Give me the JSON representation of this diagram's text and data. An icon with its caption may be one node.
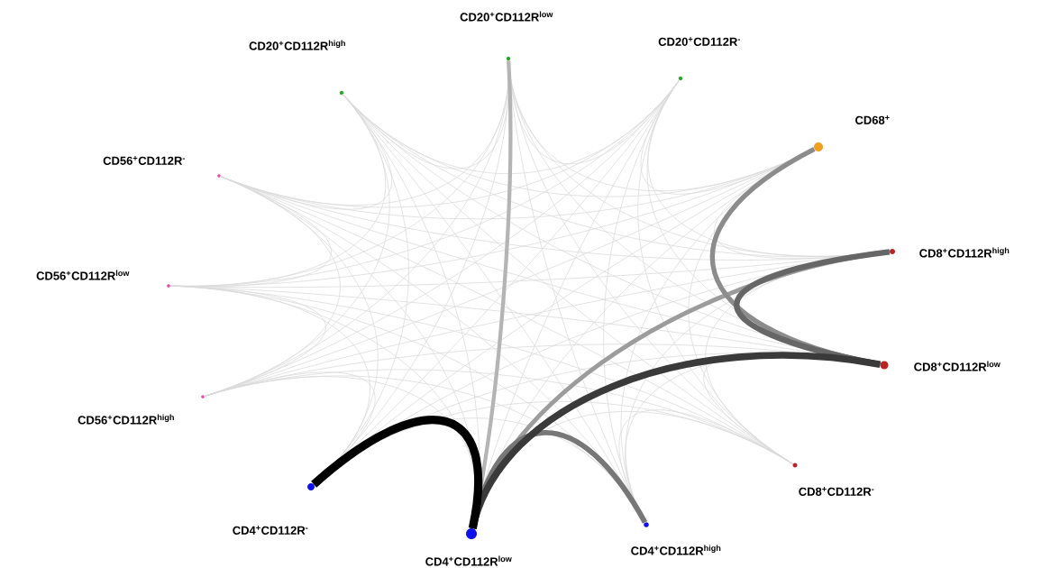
{
  "diagram": {
    "nodes": [
      {
        "text": [],
        "shape": "circle",
        "beside": [
          "CD20$^{+}$CD112R$^{low}$"
        ]
      },
      {
        "text": [],
        "shape": "circle",
        "beside": [
          "CD20$^{+}$CD112R$^{-}$"
        ]
      },
      {
        "text": [],
        "shape": "circle",
        "beside": [
          "CD20$^{+}$CD112R$^{high}$"
        ]
      },
      {
        "text": [],
        "shape": "circle",
        "beside": [
          "CD68$^{+}$"
        ]
      },
      {
        "text": [],
        "shape": "circle",
        "beside": [
          "CD56$^{+}$CD112R$^{-}$"
        ]
      },
      {
        "text": [],
        "shape": "circle",
        "beside": [
          "CD8$^{+}$CD112R$^{high}$"
        ]
      },
      {
        "text": [],
        "shape": "circle",
        "beside": [
          "CD56$^{+}$CD112R$^{low}$"
        ]
      },
      {
        "text": [],
        "shape": "circle",
        "beside": [
          "CD8$^{+}$CD112R$^{low}$"
        ]
      },
      {
        "text": [],
        "shape": "circle",
        "beside": [
          "CD56$^{+}$CD112R$^{high}$"
        ]
      },
      {
        "text": [],
        "shape": "circle",
        "beside": [
          "CD8$^{+}$CD112R$^{-}$"
        ]
      },
      {
        "text": [],
        "shape": "circle",
        "beside": [
          "CD4$^{+}$CD112R$^{-}$"
        ]
      },
      {
        "text": [],
        "shape": "circle",
        "beside": [
          "CD4$^{+}$CD112R$^{high}$"
        ]
      },
      {
        "text": [],
        "shape": "circle",
        "beside": [
          "CD4$^{+}$CD112R$^{low}$"
        ]
      }
    ],
    "edges": [
      {
        "from": 0,
        "to": 1,
        "arrow": "none"
      },
      {
        "from": 0,
        "to": 2,
        "arrow": "none"
      },
      {
        "from": 0,
        "to": 3,
        "arrow": "none"
      },
      {
        "from": 0,
        "to": 4,
        "arrow": "none"
      },
      {
        "from": 0,
        "to": 5,
        "arrow": "none"
      },
      {
        "from": 0,
        "to": 6,
        "arrow": "none"
      },
      {
        "from": 0,
        "to": 7,
        "arrow": "none"
      },
      {
        "from": 0,
        "to": 8,
        "arrow": "none"
      },
      {
        "from": 0,
        "to": 9,
        "arrow": "none"
      },
      {
        "from": 0,
        "to": 10,
        "arrow": "none"
      },
      {
        "from": 0,
        "to": 11,
        "arrow": "none"
      },
      {
        "from": 1,
        "to": 2,
        "arrow": "none"
      },
      {
        "from": 1,
        "to": 3,
        "arrow": "none"
      },
      {
        "from": 1,
        "to": 4,
        "arrow": "none"
      },
      {
        "from": 1,
        "to": 5,
        "arrow": "none"
      },
      {
        "from": 1,
        "to": 6,
        "arrow": "none"
      },
      {
        "from": 1,
        "to": 7,
        "arrow": "none"
      },
      {
        "from": 1,
        "to": 8,
        "arrow": "none"
      },
      {
        "from": 1,
        "to": 9,
        "arrow": "none"
      },
      {
        "from": 1,
        "to": 10,
        "arrow": "none"
      },
      {
        "from": 1,
        "to": 11,
        "arrow": "none"
      },
      {
        "from": 1,
        "to": 12,
        "arrow": "none"
      },
      {
        "from": 2,
        "to": 3,
        "arrow": "none"
      },
      {
        "from": 2,
        "to": 4,
        "arrow": "none"
      },
      {
        "from": 2,
        "to": 5,
        "arrow": "none"
      },
      {
        "from": 2,
        "to": 6,
        "arrow": "none"
      },
      {
        "from": 2,
        "to": 7,
        "arrow": "none"
      },
      {
        "from": 2,
        "to": 8,
        "arrow": "none"
      },
      {
        "from": 2,
        "to": 9,
        "arrow": "none"
      },
      {
        "from": 2,
        "to": 10,
        "arrow": "none"
      },
      {
        "from": 2,
        "to": 11,
        "arrow": "none"
      },
      {
        "from": 2,
        "to": 12,
        "arrow": "none"
      },
      {
        "from": 3,
        "to": 4,
        "arrow": "none"
      },
      {
        "from": 3,
        "to": 5,
        "arrow": "none"
      },
      {
        "from": 3,
        "to": 6,
        "arrow": "none"
      },
      {
        "from": 3,
        "to": 8,
        "arrow": "none"
      },
      {
        "from": 3,
        "to": 9,
        "arrow": "none"
      },
      {
        "from": 3,
        "to": 10,
        "arrow": "none"
      },
      {
        "from": 3,
        "to": 11,
        "arrow": "none"
      },
      {
        "from": 3,
        "to": 12,
        "arrow": "none"
      },
      {
        "from": 4,
        "to": 5,
        "arrow": "none"
      },
      {
        "from": 4,
        "to": 6,
        "arrow": "none"
      },
      {
        "from": 4,
        "to": 7,
        "arrow": "none"
      },
      {
        "from": 4,
        "to": 8,
        "arrow": "none"
      },
      {
        "from": 4,
        "to": 9,
        "arrow": "none"
      },
      {
        "from": 4,
        "to": 10,
        "arrow": "none"
      },
      {
        "from": 4,
        "to": 11,
        "arrow": "none"
      },
      {
        "from": 4,
        "to": 12,
        "arrow": "none"
      },
      {
        "from": 5,
        "to": 6,
        "arrow": "none"
      },
      {
        "from": 5,
        "to": 8,
        "arrow": "none"
      },
      {
        "from": 5,
        "to": 9,
        "arrow": "none"
      },
      {
        "from": 5,
        "to": 10,
        "arrow": "none"
      },
      {
        "from": 5,
        "to": 11,
        "arrow": "none"
      },
      {
        "from": 6,
        "to": 7,
        "arrow": "none"
      },
      {
        "from": 6,
        "to": 8,
        "arrow": "none"
      },
      {
        "from": 6,
        "to": 9,
        "arrow": "none"
      },
      {
        "from": 6,
        "to": 10,
        "arrow": "none"
      },
      {
        "from": 6,
        "to": 11,
        "arrow": "none"
      },
      {
        "from": 6,
        "to": 12,
        "arrow": "none"
      },
      {
        "from": 7,
        "to": 8,
        "arrow": "none"
      },
      {
        "from": 7,
        "to": 9,
        "arrow": "none"
      },
      {
        "from": 7,
        "to": 10,
        "arrow": "none"
      },
      {
        "from": 7,
        "to": 11,
        "arrow": "none"
      },
      {
        "from": 8,
        "to": 9,
        "arrow": "none"
      },
      {
        "from": 8,
        "to": 10,
        "arrow": "none"
      },
      {
        "from": 8,
        "to": 11,
        "arrow": "none"
      },
      {
        "from": 8,
        "to": 12,
        "arrow": "none"
      },
      {
        "from": 9,
        "to": 10,
        "arrow": "none"
      },
      {
        "from": 9,
        "to": 11,
        "arrow": "none"
      },
      {
        "from": 9,
        "to": 12,
        "arrow": "none"
      },
      {
        "from": 10,
        "to": 11,
        "arrow": "none"
      },
      {
        "from": 0,
        "to": 12,
        "arrow": "none",
        "style": "thick",
        "color": "#b4b4b4"
      },
      {
        "from": 5,
        "to": 12,
        "arrow": "none",
        "style": "thick",
        "color": "#9c9c9c"
      },
      {
        "from": 3,
        "to": 7,
        "arrow": "none",
        "style": "thick",
        "color": "#8c8c8c"
      },
      {
        "from": 12,
        "to": 11,
        "arrow": "none",
        "style": "thick",
        "color": "#777777"
      },
      {
        "from": 5,
        "to": 7,
        "arrow": "none",
        "style": "thick",
        "color": "#666666"
      },
      {
        "from": 12,
        "to": 7,
        "arrow": "none",
        "style": "thick",
        "color": "#3a3a3a"
      },
      {
        "from": 10,
        "to": 12,
        "arrow": "none",
        "style": "thick",
        "color": "#000000"
      }
    ]
  }
}
